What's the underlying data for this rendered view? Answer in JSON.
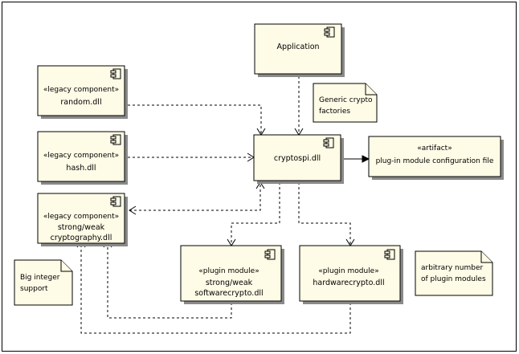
{
  "diagram": {
    "components": {
      "application": {
        "lines": [
          "Application"
        ]
      },
      "random": {
        "stereotype": "«legacy component»",
        "lines": [
          "random.dll"
        ]
      },
      "hash": {
        "stereotype": "«legacy component»",
        "lines": [
          "hash.dll"
        ]
      },
      "strongweak": {
        "stereotype": "«legacy component»",
        "lines": [
          "strong/weak",
          "cryptography.dll"
        ]
      },
      "cryptospi": {
        "lines": [
          "cryptospi.dll"
        ]
      },
      "artifact": {
        "stereotype": "«artifact»",
        "lines": [
          "plug-in module configuration file"
        ]
      },
      "softwarecrypto": {
        "stereotype": "«plugin module»",
        "lines": [
          "strong/weak",
          "softwarecrypto.dll"
        ]
      },
      "hardwarecrypto": {
        "stereotype": "«plugin module»",
        "lines": [
          "hardwarecrypto.dll"
        ]
      }
    },
    "notes": {
      "generic": {
        "lines": [
          "Generic crypto",
          "factories"
        ]
      },
      "bigint": {
        "lines": [
          "Big integer",
          "support"
        ]
      },
      "arbitrary": {
        "lines": [
          "arbitrary number",
          "of plugin modules"
        ]
      }
    }
  }
}
